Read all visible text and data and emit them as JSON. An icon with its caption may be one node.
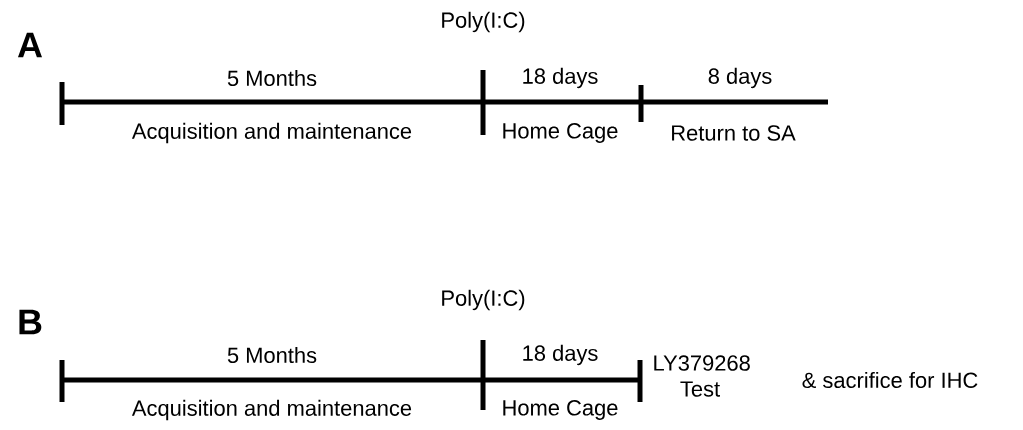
{
  "diagram": {
    "labels": [
      "A",
      "Poly(I:C)",
      "5 Months",
      "18 days",
      "8 days",
      "Acquisition and maintenance",
      "Home Cage",
      "Return to SA",
      "B",
      "Poly(I:C)",
      "5 Months",
      "18 days",
      "LY379268 Test",
      "Acquisition and maintenance",
      "Home Cage",
      "& sacrifice for IHC"
    ]
  }
}
